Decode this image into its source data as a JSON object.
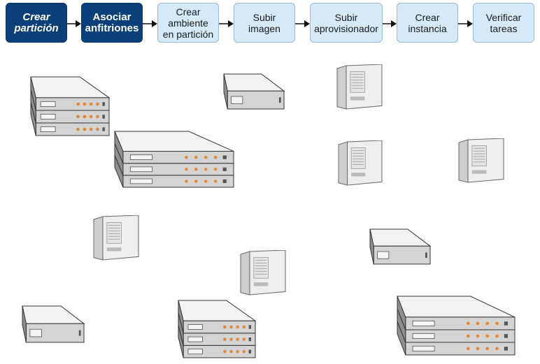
{
  "workflow": {
    "steps": [
      {
        "label": "Crear\npartición",
        "state": "active",
        "italic": true
      },
      {
        "label": "Asociar\nanfitriones",
        "state": "active",
        "italic": false
      },
      {
        "label": "Crear\nambiente\nen partición",
        "state": "pending",
        "italic": false
      },
      {
        "label": "Subir\nimagen",
        "state": "pending",
        "italic": false
      },
      {
        "label": "Subir\naprovisionador",
        "state": "pending",
        "italic": false
      },
      {
        "label": "Crear\ninstancia",
        "state": "pending",
        "italic": false
      },
      {
        "label": "Verificar\ntareas",
        "state": "pending",
        "italic": false
      }
    ]
  },
  "hosts": [
    {
      "kind": "rack-3u"
    },
    {
      "kind": "rack-1u"
    },
    {
      "kind": "tower"
    },
    {
      "kind": "rack-3u"
    },
    {
      "kind": "tower"
    },
    {
      "kind": "tower"
    },
    {
      "kind": "tower"
    },
    {
      "kind": "tower"
    },
    {
      "kind": "rack-1u"
    },
    {
      "kind": "rack-1u"
    },
    {
      "kind": "rack-3u"
    },
    {
      "kind": "rack-3u"
    }
  ],
  "colors": {
    "active_fill": "#0b3f7a",
    "pending_fill": "#d6e9f8",
    "led": "#e08a3c"
  }
}
